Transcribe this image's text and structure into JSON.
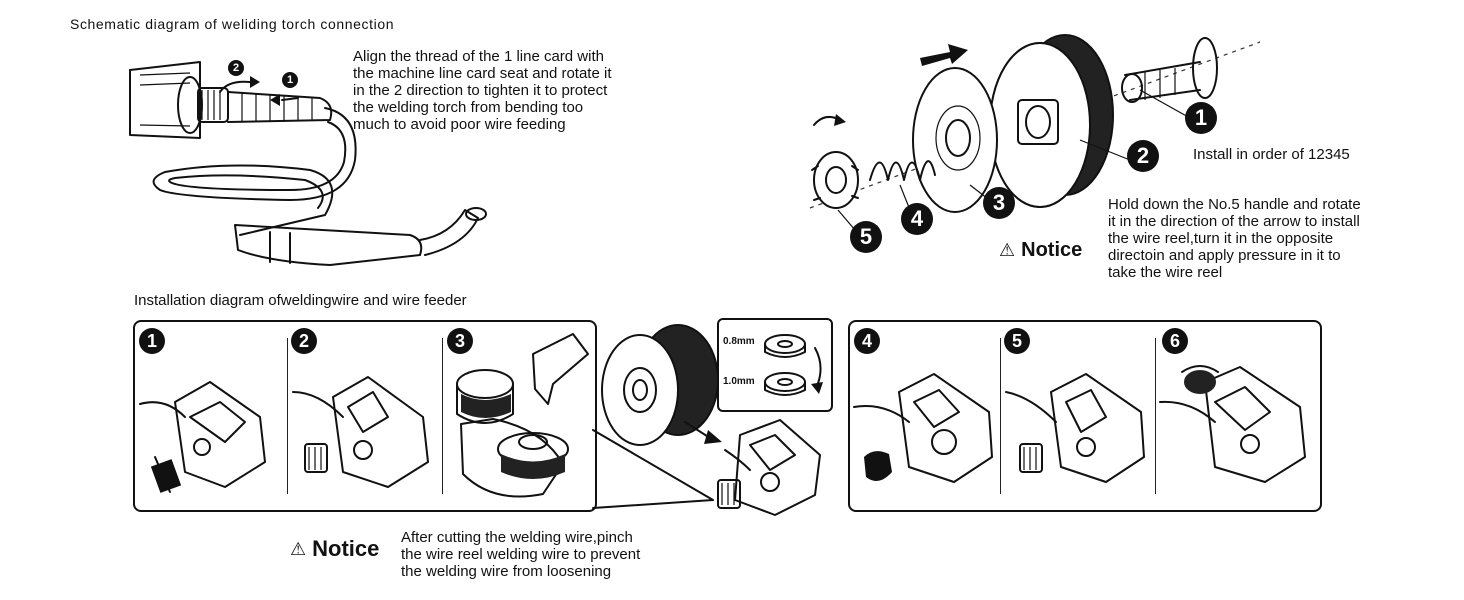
{
  "torch_section": {
    "title": "Schematic diagram of weliding torch connection",
    "instruction_lines": [
      "Align the thread of the 1 line card with",
      "the machine line card seat and rotate it",
      "in the 2 direction to tighten it to protect",
      "the welding torch from bending too",
      "much to avoid poor wire feeding"
    ],
    "step_markers": [
      "2",
      "1"
    ]
  },
  "reel_section": {
    "part_numbers": [
      "1",
      "2",
      "3",
      "4",
      "5"
    ],
    "install_order": "Install in order of 12345",
    "notice_label": "Notice",
    "notice_lines": [
      "Hold down the No.5 handle and rotate",
      "it in the direction of the arrow to install",
      "the wire reel,turn it in the opposite",
      "directoin and apply pressure in it to",
      "take the wire reel"
    ]
  },
  "feeder_section": {
    "title": "Installation diagram ofweldingwire and wire feeder",
    "steps": [
      "1",
      "2",
      "3",
      "4",
      "5",
      "6"
    ],
    "roller_sizes": [
      "0.8mm",
      "1.0mm"
    ],
    "notice_label": "Notice",
    "notice_lines": [
      "After cutting the welding wire,pinch",
      "the wire reel welding wire to prevent",
      "the welding wire from loosening"
    ]
  }
}
